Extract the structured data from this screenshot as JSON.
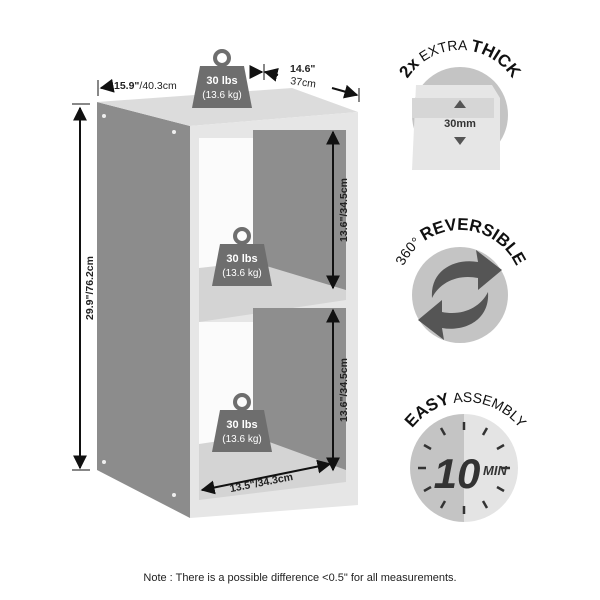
{
  "dimensions": {
    "width_in": "15.9\"",
    "width_cm": "/40.3cm",
    "depth_in": "14.6\"",
    "depth_cm": "37cm",
    "height_label": "29.9\"/76.2cm",
    "compartment_upper_height": "13.6\"/34.5cm",
    "compartment_lower_height": "13.6\"/34.5cm",
    "interior_width": "13.5\"/34.3cm"
  },
  "weights": [
    {
      "lbs": "30 lbs",
      "kg": "(13.6 kg)"
    },
    {
      "lbs": "30 lbs",
      "kg": "(13.6 kg)"
    },
    {
      "lbs": "30 lbs",
      "kg": "(13.6 kg)"
    }
  ],
  "badges": {
    "thick": {
      "bold1": "2x",
      "light": " EXTRA ",
      "bold2": "THICK",
      "value": "30mm"
    },
    "reversible": {
      "light": "360° ",
      "bold": "REVERSIBLE"
    },
    "assembly": {
      "bold": "EASY",
      "light": " ASSEMBLY",
      "number": "10",
      "unit": "MIN"
    }
  },
  "note": "Note : There is a possible difference <0.5\" for all measurements.",
  "colors": {
    "dark": "#8c8c8c",
    "light": "#e4e4e4",
    "ink": "#222222",
    "weight": "#6e6e6e"
  }
}
